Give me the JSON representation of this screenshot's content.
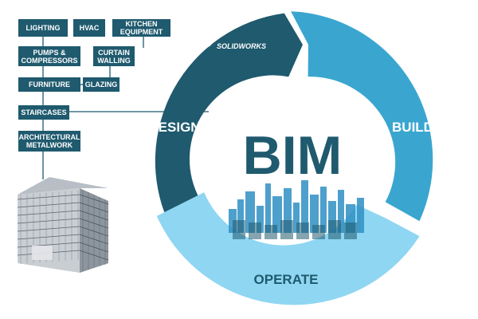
{
  "center_label": "BIM",
  "brand": "SOLIDWORKS",
  "phases": [
    {
      "label": "DESIGN",
      "color": "#1f5a6e"
    },
    {
      "label": "BUILD",
      "color": "#3aa6d0"
    },
    {
      "label": "OPERATE",
      "color": "#8fd6f2"
    }
  ],
  "components": [
    "LIGHTING",
    "HVAC",
    "KITCHEN\nEQUIPMENT",
    "PUMPS &\nCOMPRESSORS",
    "CURTAIN\nWALLING",
    "FURNITURE",
    "GLAZING",
    "STAIRCASES",
    "ARCHITECTURAL\nMETALWORK"
  ],
  "colors": {
    "box": "#1f5a6e",
    "text_dark": "#1f5a6e",
    "skyline": "#2f8fc3",
    "connector": "#1f5a6e"
  }
}
